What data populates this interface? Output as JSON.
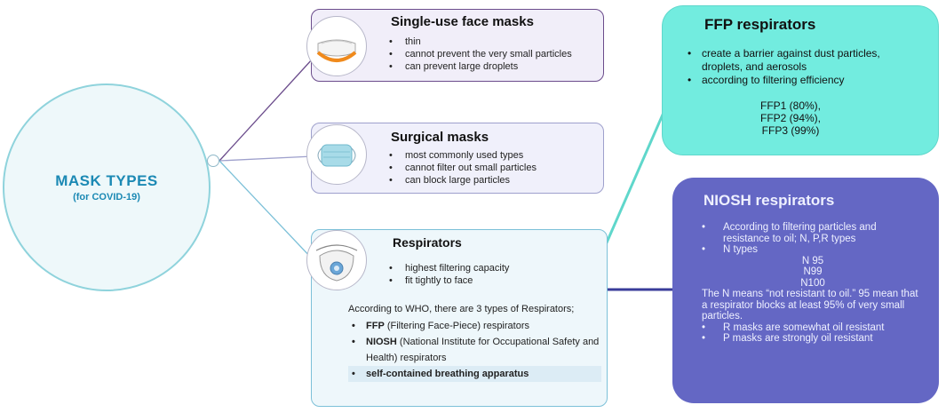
{
  "hub": {
    "title": "MASK TYPES",
    "subtitle": "(for COVID-19)"
  },
  "single": {
    "title": "Single-use face masks",
    "icon": "disposable-mask-icon",
    "bullets": [
      "thin",
      "cannot prevent the very small particles",
      "can prevent large droplets"
    ]
  },
  "surgical": {
    "title": "Surgical masks",
    "icon": "surgical-mask-icon",
    "bullets": [
      "most commonly used types",
      "cannot filter out small particles",
      "can block large particles"
    ]
  },
  "respirators": {
    "title": "Respirators",
    "icon": "respirator-icon",
    "bullets": [
      "highest filtering capacity",
      "fit tightly to face"
    ],
    "intro": "According to WHO, there are 3 types of Respirators;",
    "types": [
      {
        "bold": "FFP",
        "rest": " (Filtering Face-Piece) respirators"
      },
      {
        "bold": "NIOSH",
        "rest": " (National Institute for Occupational Safety and Health) respirators"
      },
      {
        "bold": "self-contained breathing apparatus",
        "rest": ""
      }
    ]
  },
  "ffp": {
    "title": "FFP respirators",
    "bullets": [
      "create a barrier against dust particles, droplets, and aerosols",
      "according to filtering efficiency"
    ],
    "levels": [
      "FFP1 (80%),",
      "FFP2 (94%),",
      "FFP3 (99%)"
    ]
  },
  "niosh": {
    "title": "NIOSH respirators",
    "bullet1": "According to filtering particles and resistance to oil; N, P,R types",
    "bullet2": "N types",
    "n_levels": [
      "N 95",
      "N99",
      "N100"
    ],
    "note": "The N means “not resistant to oil.” 95 mean that a respirator blocks at least 95% of very small particles.",
    "bullet3": "R masks are somewhat oil resistant",
    "bullet4": "P masks are strongly oil resistant"
  },
  "colors": {
    "hub": "#1b89b4",
    "ffp": "#72ecdf",
    "niosh": "#6467c4",
    "single_border": "#6b4c8c"
  }
}
